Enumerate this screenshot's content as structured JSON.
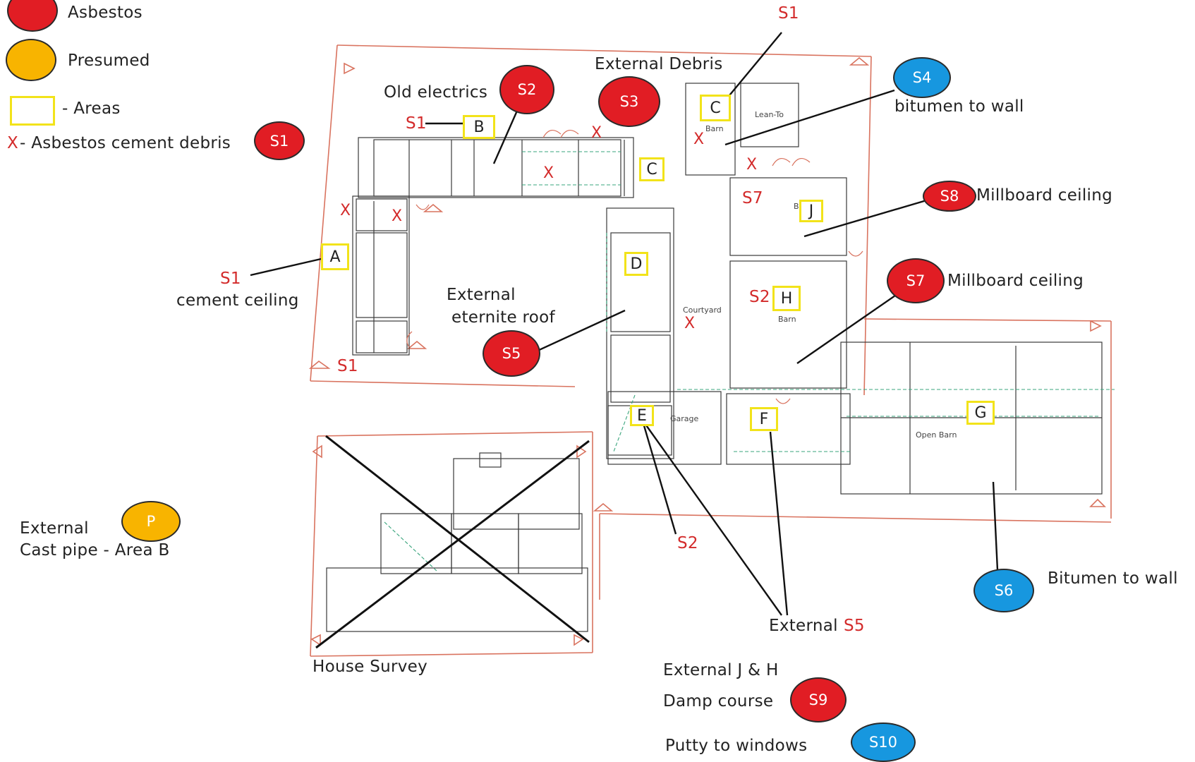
{
  "legend": {
    "asbestos": "Asbestos",
    "presumed": "Presumed",
    "areas": "- Areas",
    "x_prefix": "X",
    "cement_debris": "- Asbestos cement debris"
  },
  "labels": {
    "external_debris": "External Debris",
    "old_electrics": "Old electrics",
    "bitumen_to_wall_top": "bitumen to wall",
    "millboard_ceiling_1": "Millboard ceiling",
    "millboard_ceiling_2": "Millboard ceiling",
    "cement_ceiling": "cement ceiling",
    "external_eternite_1": "External",
    "external_eternite_2": "eternite roof",
    "external_cast_1": "External",
    "external_cast_2": "Cast pipe - Area B",
    "bitumen_to_wall_bottom": "Bitumen to wall",
    "external_s5_prefix": "External",
    "external_s5_code": "S5",
    "house_survey": "House Survey",
    "external_jh": "External J & H",
    "damp_course": "Damp course",
    "putty_windows": "Putty to windows"
  },
  "sample_codes": {
    "s1": "S1",
    "s2": "S2",
    "s3": "S3",
    "s4": "S4",
    "s5": "S5",
    "s6": "S6",
    "s7": "S7",
    "s8": "S8",
    "s9": "S9",
    "s10": "S10",
    "p": "P"
  },
  "areas": {
    "a": "A",
    "b": "B",
    "c": "C",
    "d": "D",
    "e": "E",
    "f": "F",
    "g": "G",
    "h": "H",
    "j": "J"
  },
  "plan_text": {
    "barn": "Barn",
    "lean_to": "Lean-To",
    "courtyard": "Courtyard",
    "garage": "Garage",
    "open_barn": "Open Barn"
  },
  "colors": {
    "asbestos": "#e11d24",
    "presumed": "#f8b400",
    "bitumen": "#1797df",
    "area_box": "#f2e31a",
    "sample_text": "#d32b2b"
  }
}
